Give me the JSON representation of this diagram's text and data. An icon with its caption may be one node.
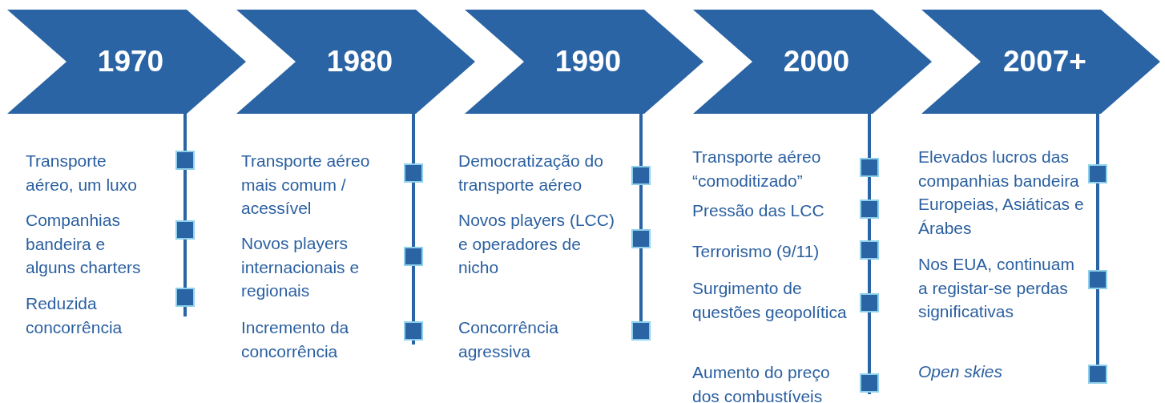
{
  "diagram": {
    "nodes": [
      {
        "text": [
          "1970"
        ]
      },
      {
        "text": [
          "1980"
        ]
      },
      {
        "text": [
          "1990"
        ]
      },
      {
        "text": [
          "2000"
        ]
      },
      {
        "text": [
          "2007+"
        ]
      }
    ],
    "labels": [
      "Transporte aéreo, um luxo",
      "Companhias bandeira e alguns charters",
      "Reduzida concorrência",
      "Transporte aéreo mais comum / acessível",
      "Novos players internacionais e regionais",
      "Incremento da concorrência",
      "Democratização do transporte aéreo",
      "Novos players (LCC) e operadores de nicho",
      "Concorrência agressiva",
      "Transporte aéreo “comoditizado”",
      "Pressão das LCC",
      "Terrorismo (9/11)",
      "Surgimento de questões geopolítica",
      "Aumento do preço dos combustíveis",
      "Elevados lucros das companhias bandeira Europeias, Asiáticas e Árabes",
      "Nos EUA, continuam a registar-se perdas significativas",
      "Open skies"
    ]
  }
}
